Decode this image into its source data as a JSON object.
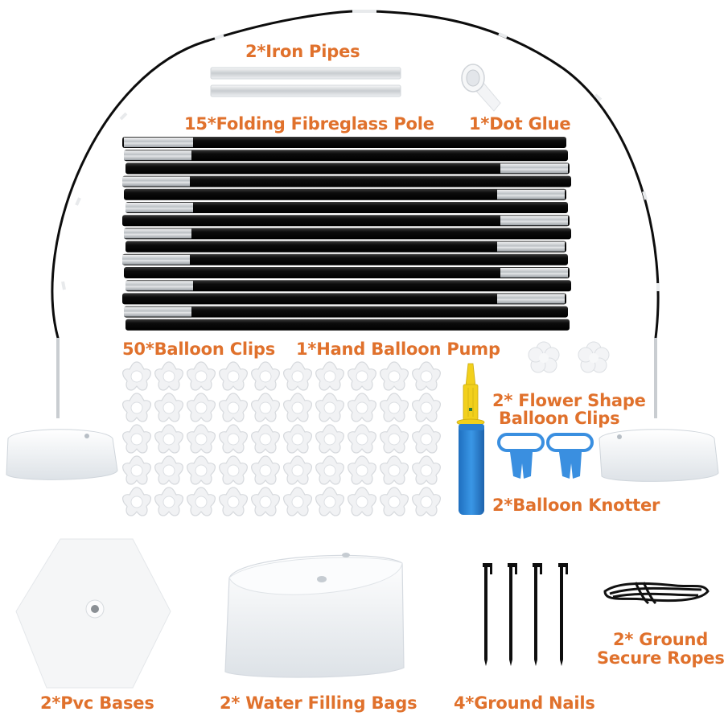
{
  "product": {
    "type": "balloon-arch-kit-components",
    "accent_text_color": "#e0712c"
  },
  "labels": {
    "iron_pipes": "2*Iron Pipes",
    "fibreglass_pole": "15*Folding Fibreglass Pole",
    "dot_glue": "1*Dot Glue",
    "balloon_clips": "50*Balloon Clips",
    "hand_pump": "1*Hand Balloon Pump",
    "flower_clips_line1": "2* Flower Shape",
    "flower_clips_line2": "Balloon Clips",
    "knotter": "2*Balloon Knotter",
    "pvc_bases": "2*Pvc Bases",
    "water_bags": "2* Water Filling Bags",
    "ground_nails": "4*Ground Nails",
    "ropes_line1": "2* Ground",
    "ropes_line2": "Secure Ropes"
  },
  "items": [
    {
      "name": "Iron Pipes",
      "quantity": 2
    },
    {
      "name": "Folding Fibreglass Pole",
      "quantity": 15
    },
    {
      "name": "Dot Glue",
      "quantity": 1
    },
    {
      "name": "Balloon Clips",
      "quantity": 50
    },
    {
      "name": "Hand Balloon Pump",
      "quantity": 1
    },
    {
      "name": "Flower Shape Balloon Clips",
      "quantity": 2
    },
    {
      "name": "Balloon Knotter",
      "quantity": 2
    },
    {
      "name": "Pvc Bases",
      "quantity": 2
    },
    {
      "name": "Water Filling Bags",
      "quantity": 2
    },
    {
      "name": "Ground Nails",
      "quantity": 4
    },
    {
      "name": "Ground Secure Ropes",
      "quantity": 2
    }
  ],
  "colors": {
    "pole_black": "#111111",
    "pole_silver": "#cfd3d6",
    "pump_yellow": "#f2d01c",
    "pump_blue": "#2f86d6",
    "knotter_blue": "#3a8fe0",
    "bag_white": "#f4f6f8"
  }
}
